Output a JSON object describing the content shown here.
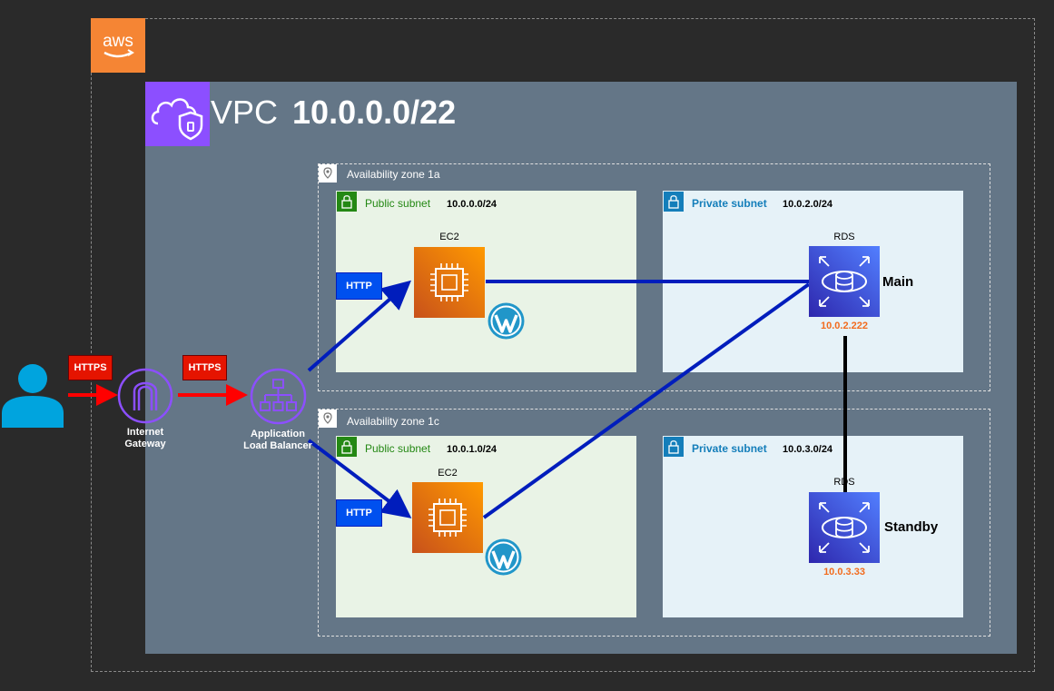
{
  "aws": {
    "icon": "aws-logo-icon",
    "text": "aws"
  },
  "vpc": {
    "icon": "vpc-cloud-shield-icon",
    "label": "VPC",
    "cidr": "10.0.0.0/22"
  },
  "colors": {
    "background": "#2a2a2a",
    "vpc": "#647687",
    "aws": "#f58534",
    "vpc_icon": "#8c4fff",
    "public": "#248814",
    "private": "#147eba",
    "ec2": "#ff9900",
    "rds": "#527fff",
    "http": "#0050ef",
    "https": "#e51400",
    "link": "#001dbc",
    "ip": "#f26b1d"
  },
  "user": {
    "icon": "user-icon"
  },
  "internet_gateway": {
    "icon": "internet-gateway-icon",
    "line1": "Internet",
    "line2": "Gateway"
  },
  "load_balancer": {
    "icon": "application-load-balancer-icon",
    "line1": "Application",
    "line2": "Load Balancer"
  },
  "badges": {
    "https_1": "HTTPS",
    "https_2": "HTTPS",
    "http_1": "HTTP",
    "http_2": "HTTP"
  },
  "zones": [
    {
      "label": "Availability zone 1a",
      "public": {
        "label": "Public subnet",
        "cidr": "10.0.0.0/24",
        "service": "EC2",
        "icon": "ec2-icon",
        "app_icon": "wordpress-icon"
      },
      "private": {
        "label": "Private subnet",
        "cidr": "10.0.2.0/24",
        "service": "RDS",
        "icon": "rds-icon",
        "role": "Main",
        "ip": "10.0.2.222"
      }
    },
    {
      "label": "Availability zone 1c",
      "public": {
        "label": "Public subnet",
        "cidr": "10.0.1.0/24",
        "service": "EC2",
        "icon": "ec2-icon",
        "app_icon": "wordpress-icon"
      },
      "private": {
        "label": "Private subnet",
        "cidr": "10.0.3.0/24",
        "service": "RDS",
        "icon": "rds-icon",
        "role": "Standby",
        "ip": "10.0.3.33"
      }
    }
  ]
}
